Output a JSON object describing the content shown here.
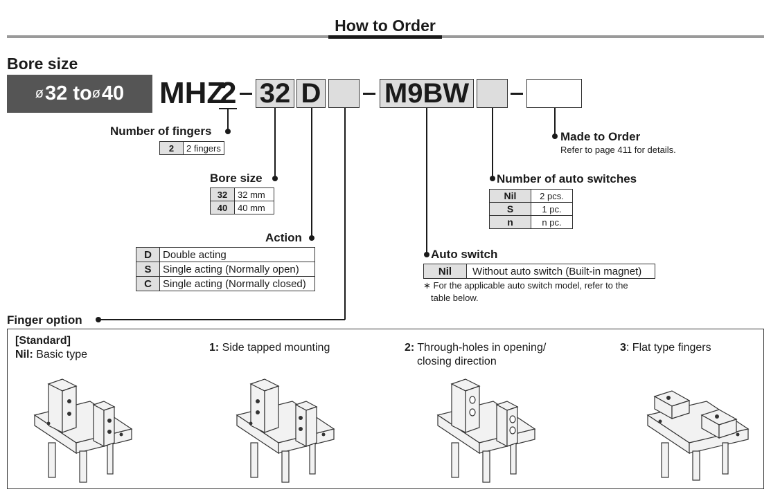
{
  "header": {
    "title": "How to Order"
  },
  "bore": {
    "title": "Bore size",
    "symbol": "ø",
    "range_a": "32 to ",
    "range_b": "40"
  },
  "code": {
    "series": "MHZ",
    "digit": "2",
    "bore": "32",
    "action": "D",
    "switch": "M9BW"
  },
  "fingers": {
    "label": "Number of fingers",
    "rows": [
      {
        "key": "2",
        "value": "2 fingers"
      }
    ]
  },
  "bore_sizes": {
    "label": "Bore size",
    "rows": [
      {
        "key": "32",
        "value": "32 mm"
      },
      {
        "key": "40",
        "value": "40 mm"
      }
    ]
  },
  "action": {
    "label": "Action",
    "rows": [
      {
        "key": "D",
        "value": "Double acting"
      },
      {
        "key": "S",
        "value": "Single acting (Normally open)"
      },
      {
        "key": "C",
        "value": "Single acting (Normally closed)"
      }
    ]
  },
  "made_to_order": {
    "label": "Made to Order",
    "note": "Refer to page 411 for details."
  },
  "num_switches": {
    "label": "Number of auto switches",
    "rows": [
      {
        "key": "Nil",
        "value": "2 pcs."
      },
      {
        "key": "S",
        "value": "1 pc."
      },
      {
        "key": "n",
        "value": "n pc."
      }
    ]
  },
  "auto_switch": {
    "label": "Auto switch",
    "rows": [
      {
        "key": "Nil",
        "value": "Without auto switch (Built-in magnet)"
      }
    ],
    "note_1": "∗ For the applicable auto switch model, refer to the",
    "note_2": "table below."
  },
  "finger_option": {
    "label": "Finger option",
    "standard": "[Standard]",
    "nil_key": "Nil:",
    "nil_text": " Basic type",
    "opt1_key": "1:",
    "opt1_text": " Side tapped mounting",
    "opt2_key": "2:",
    "opt2_text": " Through-holes in opening/",
    "opt2_text_2": "closing direction",
    "opt3_key": "3",
    "opt3_text": ": Flat type fingers"
  }
}
